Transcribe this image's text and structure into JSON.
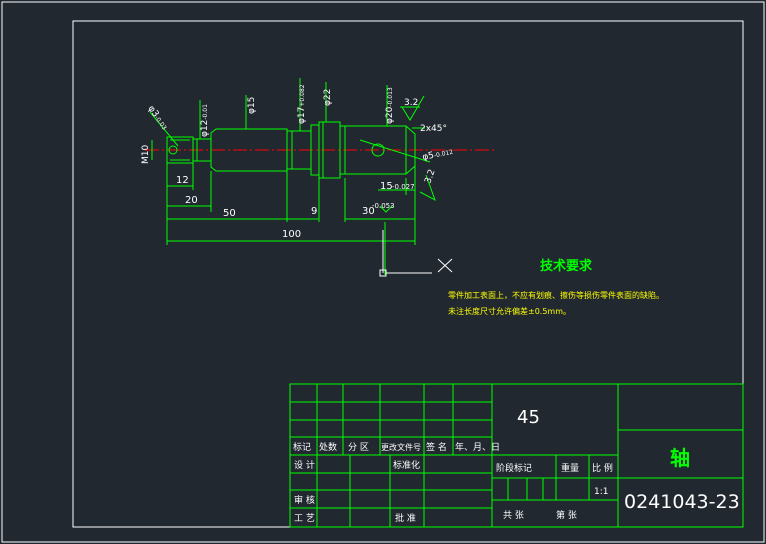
{
  "colors": {
    "background": "#212830",
    "line": "#00ff00",
    "frame": "#ffffff",
    "center": "#ff0000",
    "text_title": "#00ff00",
    "notes": "#ffff00"
  },
  "dimensions": {
    "len_12": "12",
    "len_20": "20",
    "len_50": "50",
    "len_9": "9",
    "len_30": "30",
    "len_100": "100",
    "len_15": "15",
    "len_15_tol": "-0.027",
    "thread_m10": "M10",
    "dia_12": "φ12",
    "dia_12_tol": "-0.01",
    "dia_15": "φ15",
    "dia_17": "φ17",
    "dia_17_tol": "+0.082",
    "dia_22": "φ22",
    "dia_20": "φ20",
    "dia_20_tol": "-0.013",
    "hole_3": "φ3",
    "hole_3_tol": "-0.03",
    "hole_5": "φ5",
    "hole_5_tol": "-0.012",
    "chamfer": "2x45°",
    "rough_1": "3.2",
    "rough_2": "3.2",
    "small_tol": "-0.053"
  },
  "notes": {
    "title": "技术要求",
    "line1": "零件加工表面上，不应有划痕、擦伤等损伤零件表面的缺陷。",
    "line2": "未注长度尺寸允许偏差±0.5mm。"
  },
  "title_block": {
    "material": "45",
    "part_name": "轴",
    "drawing_no": "0241043-23",
    "scale": "1:1",
    "header_labels": [
      "标记",
      "处数",
      "分 区",
      "更改文件号",
      "签 名",
      "年、月、日"
    ],
    "design": "设 计",
    "standardization": "标准化",
    "review": "审 核",
    "process": "工 艺",
    "approve": "批 准",
    "stage_label": "阶段标记",
    "weight_label": "重量",
    "scale_label": "比 例",
    "total_sheets": "共   张",
    "sheet_no": "第   张"
  }
}
